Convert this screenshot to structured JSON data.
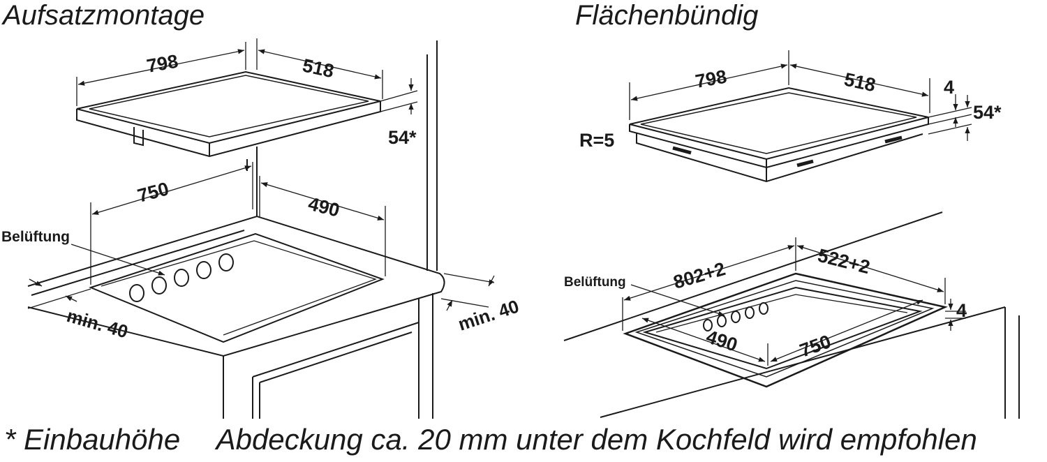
{
  "left": {
    "title": "Aufsatzmontage",
    "dims": {
      "hob_width": "798",
      "hob_depth": "518",
      "hob_height": "54*",
      "cut_width": "750",
      "cut_depth": "490",
      "min_front": "min. 40",
      "min_side": "min. 40"
    },
    "vent_label": "Belüftung"
  },
  "right": {
    "title": "Flächenbündig",
    "dims": {
      "hob_width": "798",
      "hob_depth": "518",
      "rebate": "4",
      "hob_height": "54*",
      "radius": "R=5",
      "rebate_width": "802+2",
      "rebate_depth": "522+2",
      "rebate_step": "4",
      "cut_depth": "490",
      "cut_width": "750"
    },
    "vent_label": "Belüftung"
  },
  "footer": {
    "note": "* Einbauhöhe",
    "recommendation": "Abdeckung ca. 20 mm unter dem Kochfeld wird empfohlen"
  }
}
